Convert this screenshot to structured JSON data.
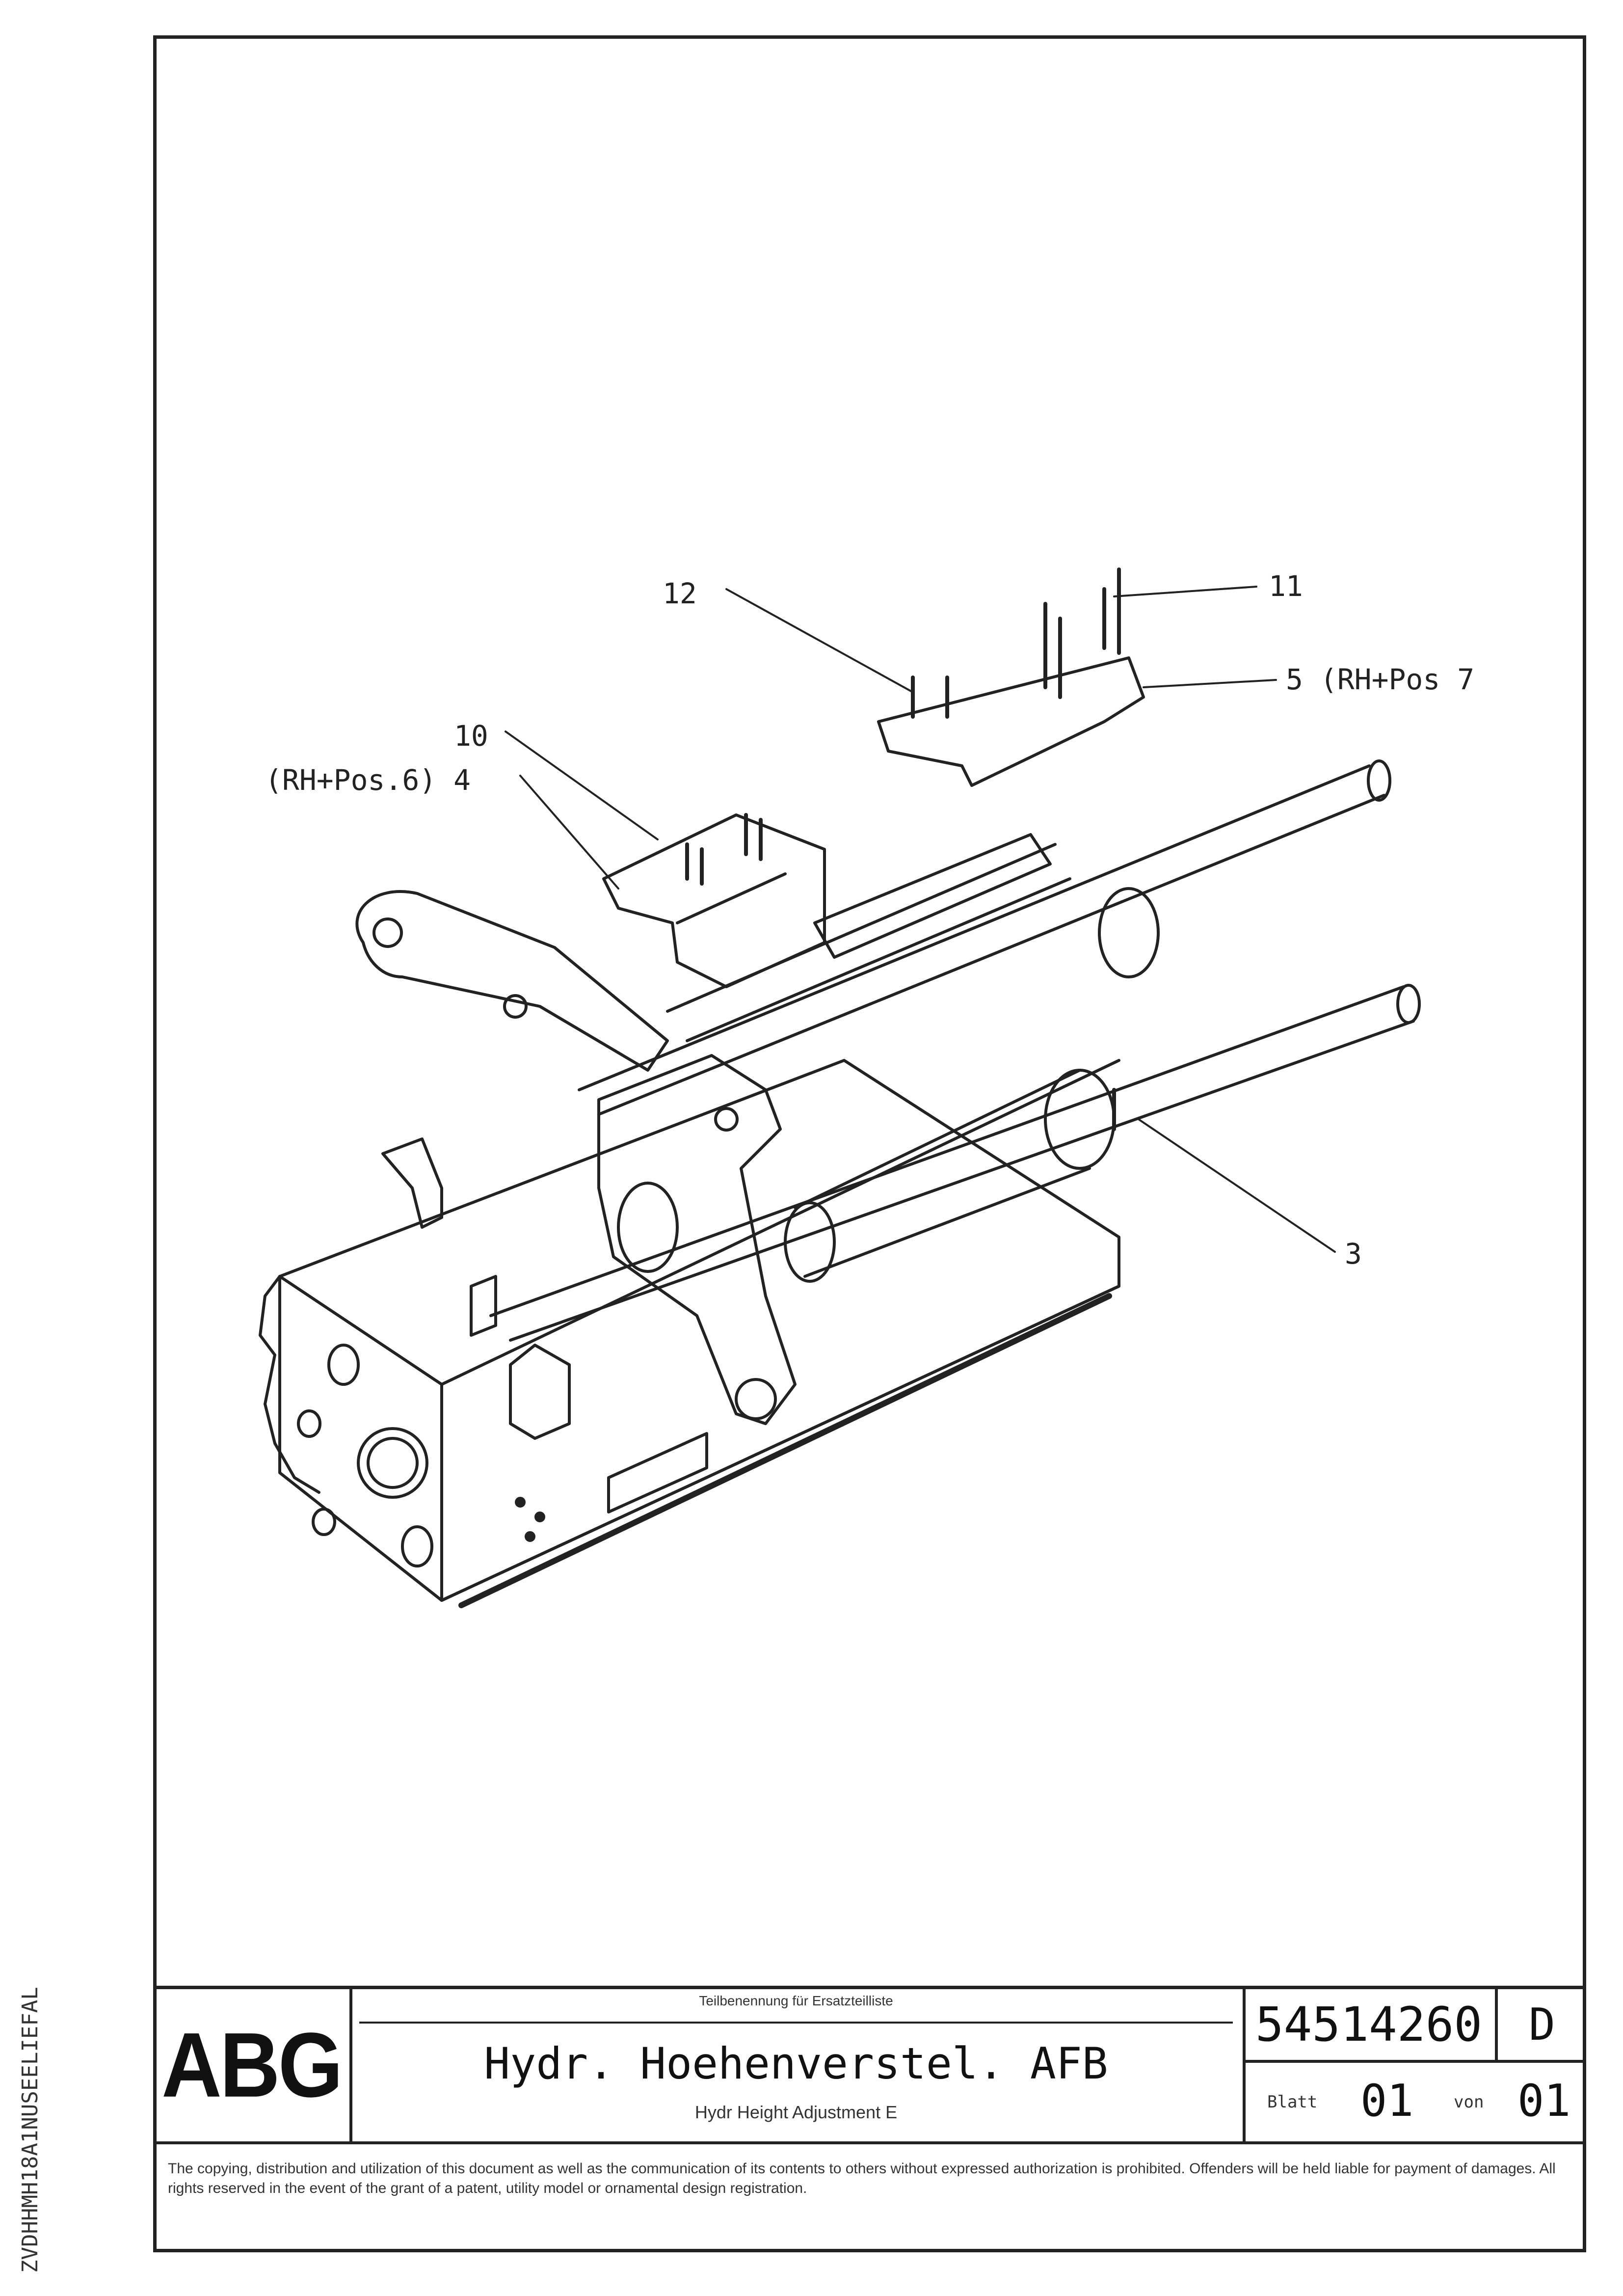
{
  "side_code": "ZVDHHMH18A1NUSEELIEFAL",
  "callouts": {
    "c12": "12",
    "c11": "11",
    "c5": "5 (RH+Pos 7",
    "c10": "10",
    "c4": "(RH+Pos.6) 4",
    "c3": "3"
  },
  "titleblock": {
    "logo": "ABG",
    "subheading": "Teilbenennung für Ersatzteilliste",
    "title": "Hydr. Hoehenverstel. AFB",
    "title_en": "Hydr Height Adjustment E",
    "doc_number": "54514260",
    "revision": "D",
    "sheet_label": "Blatt",
    "sheet": "01",
    "of_label": "von",
    "of": "01",
    "legal": "The copying, distribution and utilization of this document as well as the communication of its contents to others without expressed authorization is prohibited. Offenders will be held liable for payment of damages. All rights reserved in the event of the grant of a patent, utility model or ornamental design registration."
  }
}
